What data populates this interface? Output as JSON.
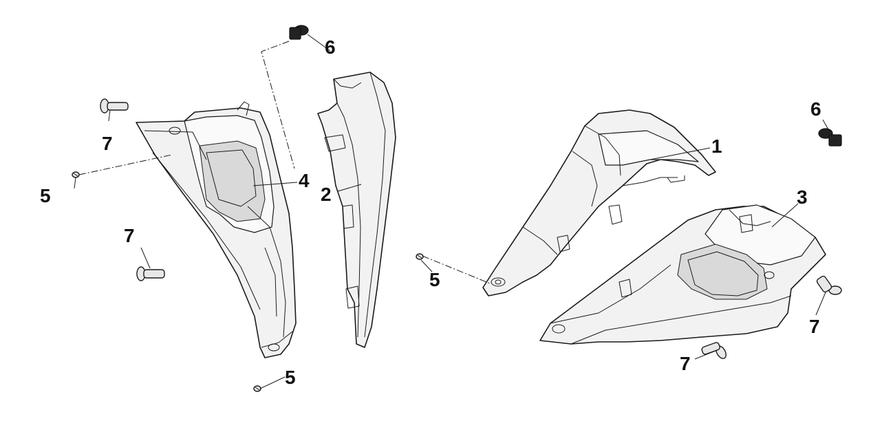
{
  "callouts": [
    {
      "id": "c1",
      "text": "1"
    },
    {
      "id": "c2",
      "text": "2"
    },
    {
      "id": "c3",
      "text": "3"
    },
    {
      "id": "c4",
      "text": "4"
    },
    {
      "id": "c5a",
      "text": "5"
    },
    {
      "id": "c5b",
      "text": "5"
    },
    {
      "id": "c5c",
      "text": "5"
    },
    {
      "id": "c6a",
      "text": "6"
    },
    {
      "id": "c6b",
      "text": "6"
    },
    {
      "id": "c7a",
      "text": "7"
    },
    {
      "id": "c7b",
      "text": "7"
    },
    {
      "id": "c7c",
      "text": "7"
    },
    {
      "id": "c7d",
      "text": "7"
    }
  ]
}
